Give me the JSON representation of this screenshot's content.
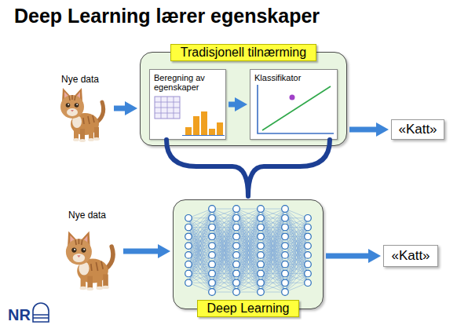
{
  "diagram": {
    "title": "Deep Learning lærer egenskaper",
    "nodes": [
      {
        "text": [
          "Nye data"
        ]
      },
      {
        "text": [
          "Tradisjonell tilnærming"
        ]
      },
      {
        "text": [
          "Beregning av egenskaper"
        ],
        "in": 1
      },
      {
        "text": [
          "Klassifikator"
        ],
        "in": 1
      },
      {
        "text": [
          "«Katt»"
        ]
      },
      {
        "text": [
          "Nye data"
        ]
      },
      {
        "text": [
          "Deep Learning"
        ]
      },
      {
        "text": [
          "«Katt»"
        ]
      }
    ],
    "edges": [
      {
        "from": 0,
        "to": 1,
        "arrow": "to"
      },
      {
        "from": 2,
        "to": 3,
        "arrow": "to"
      },
      {
        "from": 1,
        "to": 4,
        "arrow": "to"
      },
      {
        "from": 5,
        "to": 6,
        "arrow": "to"
      },
      {
        "from": 6,
        "to": 7,
        "arrow": "to"
      }
    ],
    "labels": [
      "NR"
    ]
  }
}
